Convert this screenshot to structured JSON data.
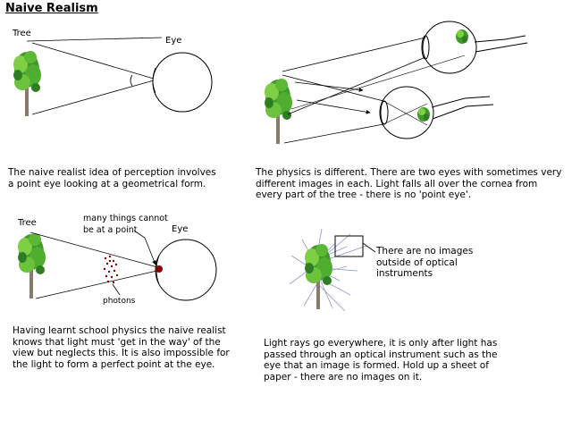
{
  "title": "Naive Realism",
  "panel1": {
    "tree_label": "Tree",
    "eye_label": "Eye",
    "caption": "The naive realist idea of perception involves a point eye looking at a geometrical form."
  },
  "panel2": {
    "caption": "The physics is different. There are two eyes with sometimes very different images in each. Light falls all over the cornea from every part of the tree - there is no 'point eye'."
  },
  "panel3": {
    "tree_label": "Tree",
    "eye_label": "Eye",
    "callout": "many things cannot\nbe at a point",
    "photons_label": "photons",
    "caption": "Having learnt school physics the naive realist knows that light must 'get in the way' of the view but neglects this. It is also impossible for the light to form a perfect point at the eye."
  },
  "panel4": {
    "note": "There are no images outside of optical instruments",
    "caption": "Light rays go everywhere, it is only after light has passed through an optical instrument such as the eye that an image is formed. Hold up a sheet of paper - there are no images on it."
  },
  "colors": {
    "tree_green": "#3f9a2a",
    "tree_light": "#7fcf45",
    "trunk": "#8a7a6a",
    "point": "#8b0000",
    "rays": "#8f98c8"
  }
}
